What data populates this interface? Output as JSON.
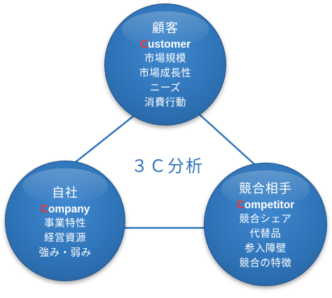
{
  "center_label": "３Ｃ分析",
  "nodes": {
    "customer": {
      "title": "顧客",
      "en_initial": "C",
      "en_rest": "ustomer",
      "items": [
        "市場規模",
        "市場成長性",
        "ニーズ",
        "消費行動"
      ]
    },
    "company": {
      "title": "自社",
      "en_initial": "C",
      "en_rest": "ompany",
      "items": [
        "事業特性",
        "経営資源",
        "強み・弱み"
      ]
    },
    "competitor": {
      "title": "競合相手",
      "en_initial": "C",
      "en_rest": "ompetitor",
      "items": [
        "競合シェア",
        "代替品",
        "参入障壁",
        "競合の特徴"
      ]
    }
  },
  "colors": {
    "circle_fill": "#2f74b8",
    "link_line": "#2f74b8",
    "label_text": "#2f74b8",
    "initial_letter": "#ff2a2a"
  }
}
